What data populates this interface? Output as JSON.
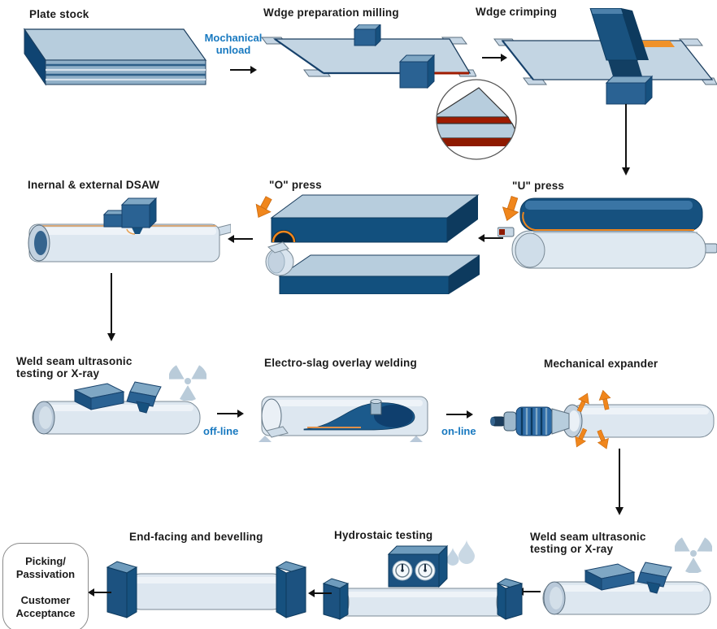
{
  "colors": {
    "blue_text": "#1879C0",
    "dark_navy": "#10477A",
    "mid_blue": "#2A6293",
    "plate_light": "#B7CDDD",
    "pipe_light": "#DDE7F0",
    "orange": "#F0861C",
    "weld_red": "#A01C00",
    "radiation_icon": "#B9CBD9"
  },
  "stages": {
    "plate_stock": {
      "label": "Plate stock"
    },
    "mechanical_unload": {
      "label": "Mochanical\nunload"
    },
    "edge_preparation_milling": {
      "label": "Wdge preparation milling"
    },
    "edge_crimping": {
      "label": "Wdge crimping"
    },
    "u_press": {
      "label": "\"U\" press"
    },
    "o_press": {
      "label": "\"O\" press"
    },
    "internal_external_dsaw": {
      "label": "Inernal & external DSAW"
    },
    "weld_seam_ut_1": {
      "label": "Weld seam ultrasonic\ntesting or X-ray"
    },
    "off_line": {
      "label": "off-line"
    },
    "electro_slag_overlay_welding": {
      "label": "Electro-slag overlay welding"
    },
    "on_line": {
      "label": "on-line"
    },
    "mechanical_expander": {
      "label": "Mechanical expander"
    },
    "weld_seam_ut_2": {
      "label": "Weld seam ultrasonic\ntesting or X-ray"
    },
    "hydrostatic_testing": {
      "label": "Hydrostaic testing"
    },
    "end_facing_bevelling": {
      "label": "End-facing and bevelling"
    },
    "final_acceptance": {
      "label": "Picking/\nPassivation\n\nCustomer\nAcceptance"
    }
  }
}
